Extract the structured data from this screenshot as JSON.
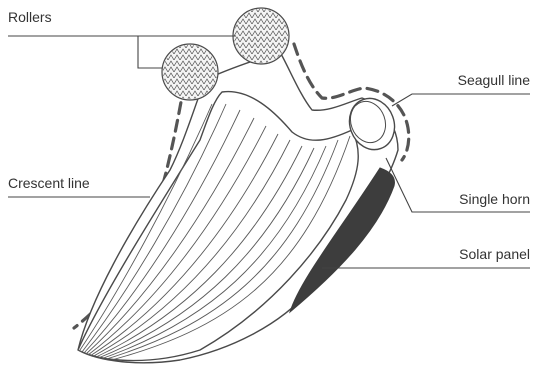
{
  "diagram": {
    "labels": {
      "rollers": "Rollers",
      "crescent_line": "Crescent line",
      "seagull_line": "Seagull line",
      "single_horn": "Single horn",
      "solar_panel": "Solar panel"
    },
    "colors": {
      "outline": "#4a4a4a",
      "solar_panel": "#3d3d3d",
      "label_text": "#333333",
      "roller_fill": "#f4f4f4"
    }
  }
}
